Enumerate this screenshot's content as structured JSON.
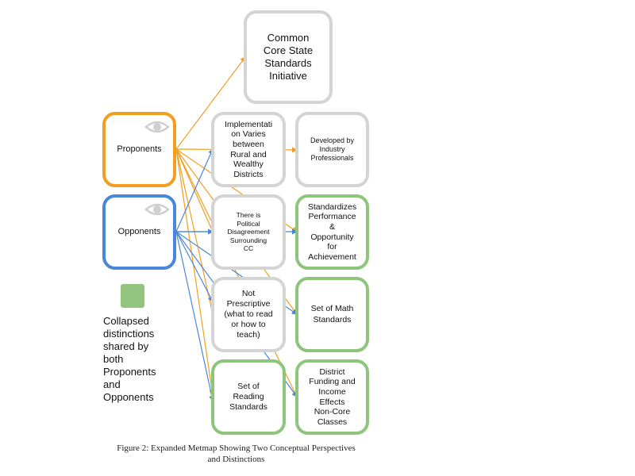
{
  "nodes": {
    "common_core": "Common\nCore State\nStandards\nInitiative",
    "proponents": "Proponents",
    "opponents": "Opponents",
    "implementation": "Implementati\non Varies\nbetween\nRural and\nWealthy\nDistricts",
    "developed": "Developed by\nIndustry\nProfessionals",
    "political": "There is\nPolitical\nDisagreement\nSurrounding\nCC",
    "standardizes": "Standardizes\nPerformance\n&\nOpportunity\nfor\nAchievement",
    "not_prescriptive": "Not\nPrescriptive\n(what to read\nor how to\nteach)",
    "math": "Set of Math\nStandards",
    "reading": "Set of\nReading\nStandards",
    "district": "District\nFunding and\nIncome\nEffects\nNon-Core\nClasses"
  },
  "legend": {
    "text": "Collapsed\ndistinctions\nshared by\nboth\nProponents\nand\nOpponents",
    "color": "#93c47d"
  },
  "caption": "Figure 2: Expanded Metmap Showing Two Conceptual Perspectives\nand Distinctions",
  "colors": {
    "proponents": "#f29e1f",
    "opponents": "#4a86d9",
    "shared": "#8dc57c",
    "neutral": "#d4d4d4"
  },
  "icons": {
    "perspective": "eye-icon"
  }
}
